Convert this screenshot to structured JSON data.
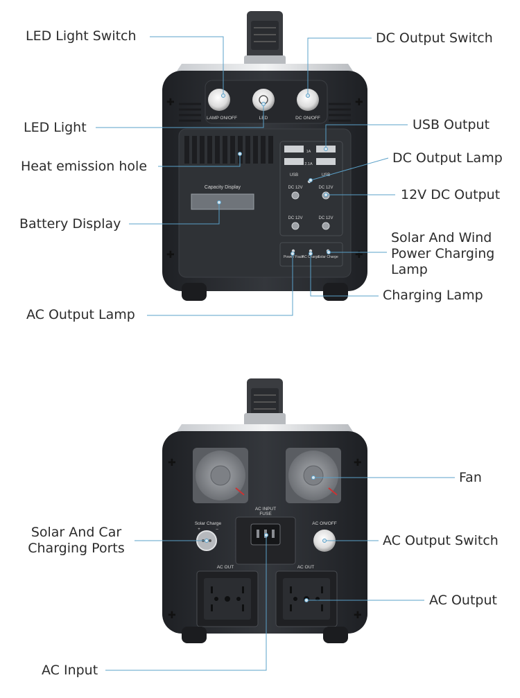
{
  "top_device": {
    "buttons": [
      "LAMP ON/OFF",
      "LED",
      "DC ON/OFF"
    ],
    "usb_label": "USB",
    "usb_rating_1": "1A",
    "usb_rating_2": "2.1A",
    "display_caption": "Capacity  Display",
    "dc_port_label": "DC 12V",
    "lamp_labels": [
      "Power/\nFault",
      "AC\nCharge",
      "Solar\nCharge"
    ]
  },
  "bottom_device": {
    "solar_charge_label": "Solar Charge",
    "polarity": [
      "+",
      "–"
    ],
    "ac_input_label": "AC INPUT",
    "fuse_label": "FUSE",
    "ac_switch_label": "AC ON/OFF",
    "ac_out_label": "AC OUT"
  },
  "callouts": {
    "led_light_switch": "LED Light Switch",
    "dc_output_switch": "DC Output Switch",
    "led_light": "LED Light",
    "usb_output": "USB Output",
    "heat_emission_hole": "Heat emission hole",
    "dc_output_lamp": "DC Output Lamp",
    "dc_12v_output": "12V DC Output",
    "battery_display": "Battery Display",
    "solar_wind_lamp": "Solar And Wind Power Charging Lamp",
    "charging_lamp": "Charging Lamp",
    "ac_output_lamp": "AC Output Lamp",
    "fan": "Fan",
    "solar_car_ports": "Solar And Car Charging Ports",
    "ac_output_switch": "AC Output Switch",
    "ac_output": "AC Output",
    "ac_input": "AC Input"
  },
  "colors": {
    "body_dark": "#2a2c30",
    "panel": "#33363b",
    "leader_line": "#5aa0c8",
    "text": "#2b2b2b"
  }
}
